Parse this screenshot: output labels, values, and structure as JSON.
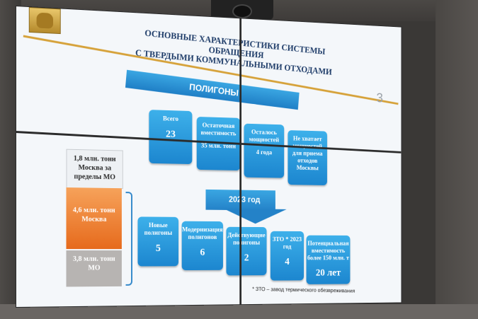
{
  "slide": {
    "title_line1": "ОСНОВНЫЕ ХАРАКТЕРИСТИКИ СИСТЕМЫ ОБРАЩЕНИЯ",
    "title_line2": "С ТВЕРДЫМИ КОММУНАЛЬНЫМИ ОТХОДАМИ",
    "page_number": "3",
    "banner": "ПОЛИГОНЫ",
    "top_boxes": [
      {
        "label": "Всего",
        "value": "23"
      },
      {
        "label": "Остаточная вместимость",
        "value": "35 млн. тонн"
      },
      {
        "label": "Осталось мощностей",
        "value": "4 года"
      },
      {
        "label": "Не хватает мощностей для приема отходов Москвы",
        "value": ""
      }
    ],
    "arrow_label": "2023 год",
    "bottom_boxes": [
      {
        "label": "Новые полигоны",
        "value": "5"
      },
      {
        "label": "Модернизация полигонов",
        "value": "6"
      },
      {
        "label": "Действующие полигоны",
        "value": "2"
      },
      {
        "label": "ЗТО * 2023 год",
        "value": "4"
      },
      {
        "label": "Потенциальная вместимость более 150 млн. т",
        "value": "20 лет"
      }
    ],
    "side_boxes": [
      {
        "text": "1,8 млн. тонн Москва за пределы МО"
      },
      {
        "text": "4,6 млн. тонн Москва"
      },
      {
        "text": "3,8 млн. тонн МО"
      }
    ],
    "footnote": "* ЗТО – завод термического обезвреживания",
    "colors": {
      "accent_blue": "#1f7fc6",
      "orange": "#e66a1c",
      "gold": "#d6a23a",
      "gray": "#b7b4b2"
    }
  }
}
